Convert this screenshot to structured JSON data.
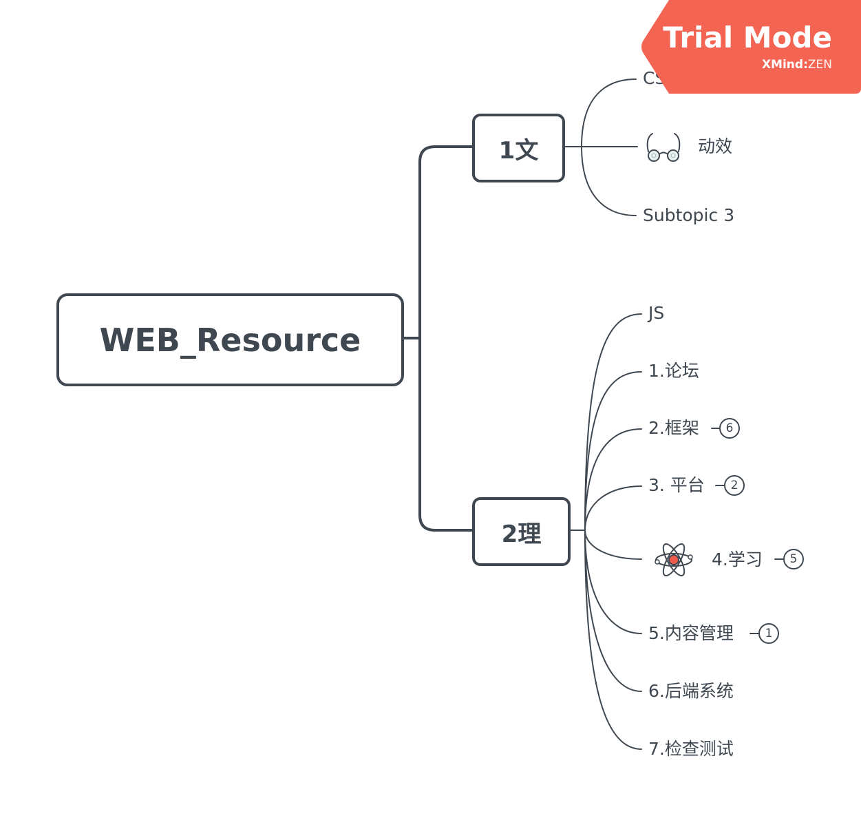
{
  "colors": {
    "line": "#3f4750",
    "text": "#3f4750",
    "trial_banner": "#f46453",
    "icon_red": "#ef5a4a"
  },
  "root": {
    "label": "WEB_Resource"
  },
  "branch_1": {
    "label": "1文",
    "children": [
      {
        "label": "CSS"
      },
      {
        "label": "动效",
        "icon": "eyeglasses-icon"
      },
      {
        "label": "Subtopic 3"
      }
    ]
  },
  "branch_2": {
    "label": "2理",
    "children": [
      {
        "label": "JS"
      },
      {
        "label": "1.论坛"
      },
      {
        "label": "2.框架",
        "collapsed_count": "6"
      },
      {
        "label": "3. 平台",
        "collapsed_count": "2"
      },
      {
        "label": "4.学习",
        "icon": "atom-icon",
        "collapsed_count": "5"
      },
      {
        "label": "5.内容管理",
        "collapsed_count": "1"
      },
      {
        "label": "6.后端系统"
      },
      {
        "label": "7.检查测试"
      }
    ]
  },
  "trial_banner": {
    "title": "Trial Mode",
    "brand": "XMind",
    "separator": ":",
    "edition": "ZEN"
  }
}
